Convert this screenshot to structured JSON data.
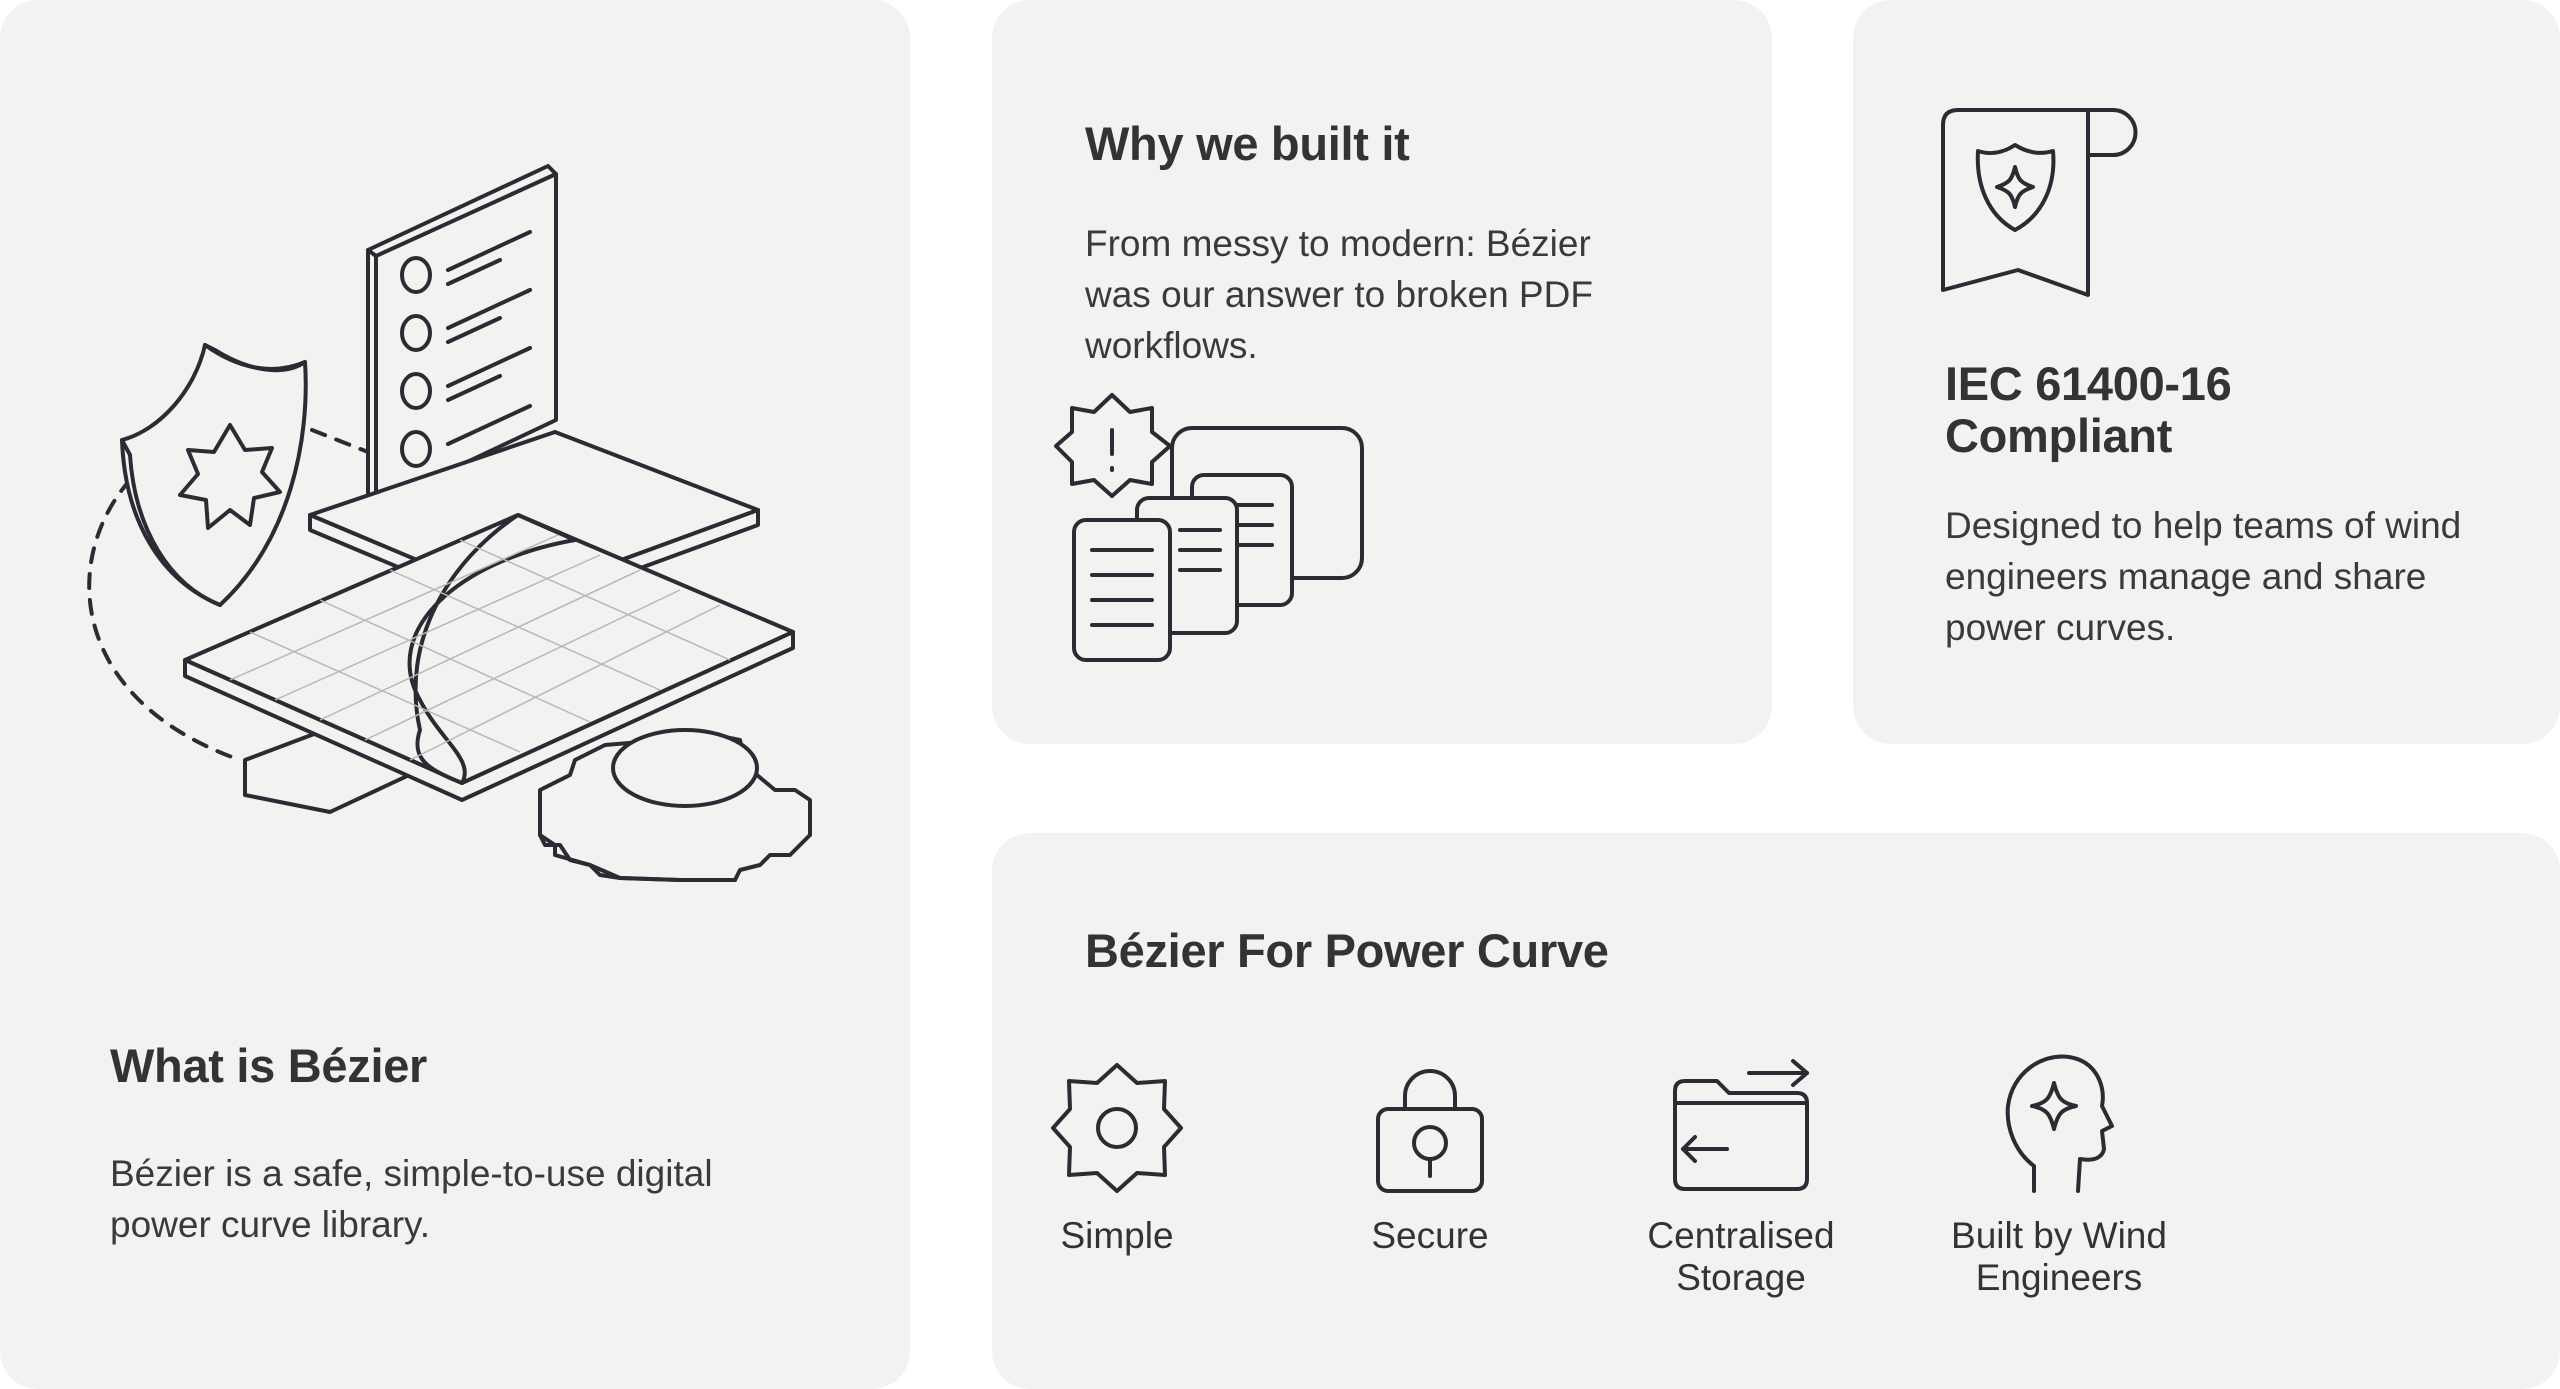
{
  "what": {
    "title": "What is Bézier",
    "body": "Bézier is a safe, simple-to-use digital power curve library.",
    "illustration": "isometric-document-shield-gear-illustration"
  },
  "why": {
    "title": "Why we built it",
    "body": "From messy to modern: Bézier was our answer to broken PDF workflows.",
    "illustration": "stacked-documents-warning-icon"
  },
  "iec": {
    "title": "IEC 61400-16 Compliant",
    "body": "Designed to help teams of wind engineers manage and share power curves.",
    "icon": "certificate-shield-icon"
  },
  "power": {
    "title": "Bézier For Power Curve",
    "features": [
      {
        "label": "Simple",
        "icon": "gear-icon"
      },
      {
        "label": "Secure",
        "icon": "padlock-icon"
      },
      {
        "label": "Centralised Storage",
        "icon": "folder-transfer-icon"
      },
      {
        "label": "Built by Wind Engineers",
        "icon": "head-sparkle-icon"
      }
    ]
  },
  "colors": {
    "card_background": "#f2f2f1",
    "text": "#333333",
    "line_art": "#2b2b33"
  }
}
